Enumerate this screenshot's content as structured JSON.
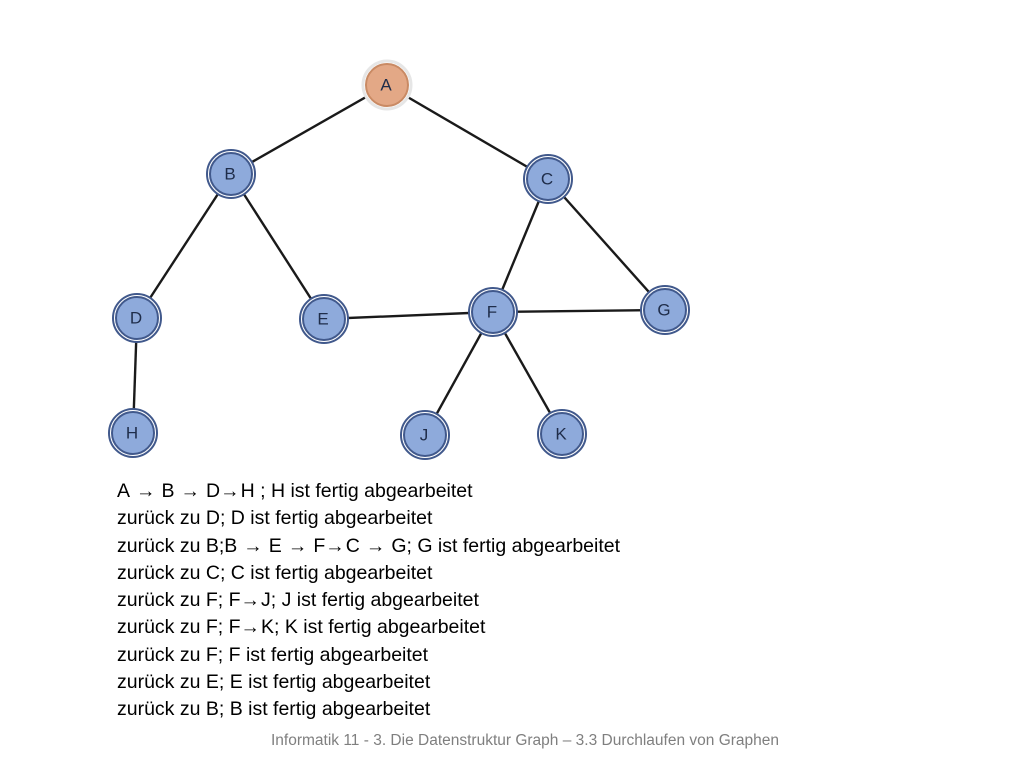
{
  "graph": {
    "nodes": [
      {
        "id": "A",
        "label": "A",
        "visited_start": true
      },
      {
        "id": "B",
        "label": "B"
      },
      {
        "id": "C",
        "label": "C"
      },
      {
        "id": "D",
        "label": "D"
      },
      {
        "id": "E",
        "label": "E"
      },
      {
        "id": "F",
        "label": "F"
      },
      {
        "id": "G",
        "label": "G"
      },
      {
        "id": "H",
        "label": "H"
      },
      {
        "id": "J",
        "label": "J"
      },
      {
        "id": "K",
        "label": "K"
      }
    ],
    "edges": [
      [
        "A",
        "B"
      ],
      [
        "A",
        "C"
      ],
      [
        "B",
        "D"
      ],
      [
        "B",
        "E"
      ],
      [
        "C",
        "F"
      ],
      [
        "C",
        "G"
      ],
      [
        "D",
        "H"
      ],
      [
        "E",
        "F"
      ],
      [
        "F",
        "G"
      ],
      [
        "F",
        "J"
      ],
      [
        "F",
        "K"
      ]
    ],
    "colors": {
      "start_fill": "#e3a886",
      "node_fill": "#8eaadb",
      "node_stroke": "#41598c",
      "edge": "#1a1a1a"
    }
  },
  "traversal": [
    {
      "parts": [
        "A",
        "B",
        "D",
        "H ; H ist fertig abgearbeitet"
      ]
    },
    {
      "parts": [
        "zurück zu D; D ist fertig abgearbeitet"
      ]
    },
    {
      "parts": [
        "zurück zu B;B",
        "E",
        "F",
        "C",
        "G; G ist fertig abgearbeitet"
      ]
    },
    {
      "parts": [
        "zurück zu C; C ist fertig abgearbeitet"
      ]
    },
    {
      "parts": [
        "zurück zu F; F",
        "J; J ist fertig abgearbeitet"
      ]
    },
    {
      "parts": [
        "zurück zu F; F",
        "K; K ist fertig abgearbeitet"
      ]
    },
    {
      "parts": [
        "zurück zu F; F ist fertig abgearbeitet"
      ]
    },
    {
      "parts": [
        "zurück zu E; E ist fertig abgearbeitet"
      ]
    },
    {
      "parts": [
        "zurück zu B; B ist fertig abgearbeitet"
      ]
    }
  ],
  "footer": "Informatik 11 - 3. Die Datenstruktur Graph – 3.3 Durchlaufen von Graphen"
}
